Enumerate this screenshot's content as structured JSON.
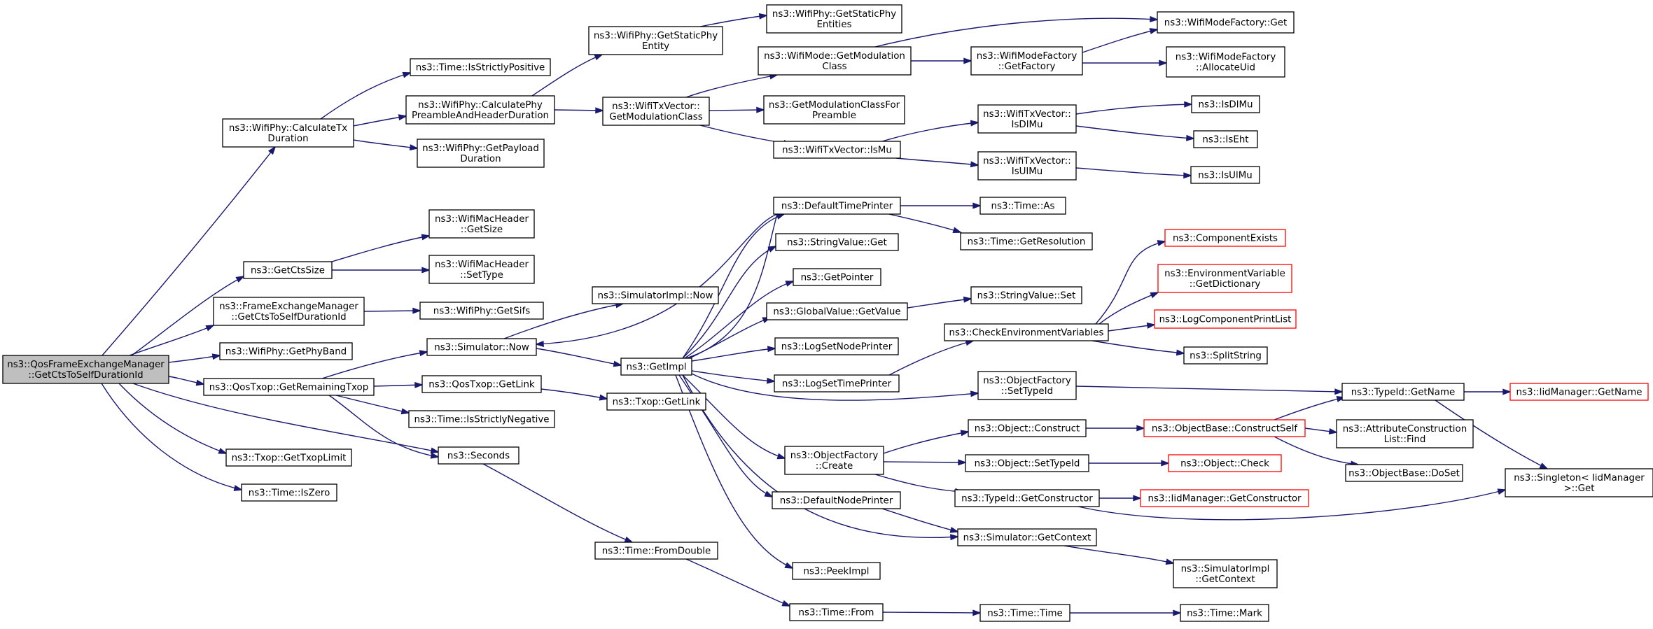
{
  "colors": {
    "edge": "#191970",
    "root_fill": "#bfbfbf",
    "truncated_border": "#ff0000"
  },
  "nodes": [
    {
      "id": "n0",
      "lines": [
        "ns3::QosFrameExchangeManager",
        "::GetCtsToSelfDurationId"
      ],
      "root": true
    },
    {
      "id": "n1",
      "lines": [
        "ns3::WifiPhy::CalculateTx",
        "Duration"
      ]
    },
    {
      "id": "n2",
      "lines": [
        "ns3::GetCtsSize"
      ]
    },
    {
      "id": "n3",
      "lines": [
        "ns3::FrameExchangeManager",
        "::GetCtsToSelfDurationId"
      ]
    },
    {
      "id": "n4",
      "lines": [
        "ns3::WifiPhy::GetPhyBand"
      ]
    },
    {
      "id": "n5",
      "lines": [
        "ns3::QosTxop::GetRemainingTxop"
      ]
    },
    {
      "id": "n6",
      "lines": [
        "ns3::Seconds"
      ]
    },
    {
      "id": "n7",
      "lines": [
        "ns3::Txop::GetTxopLimit"
      ]
    },
    {
      "id": "n8",
      "lines": [
        "ns3::Time::IsZero"
      ]
    },
    {
      "id": "n9",
      "lines": [
        "ns3::Time::IsStrictlyPositive"
      ]
    },
    {
      "id": "n10",
      "lines": [
        "ns3::WifiPhy::CalculatePhy",
        "PreambleAndHeaderDuration"
      ]
    },
    {
      "id": "n11",
      "lines": [
        "ns3::WifiPhy::GetPayload",
        "Duration"
      ]
    },
    {
      "id": "n12",
      "lines": [
        "ns3::WifiMacHeader",
        "::GetSize"
      ]
    },
    {
      "id": "n13",
      "lines": [
        "ns3::WifiMacHeader",
        "::SetType"
      ]
    },
    {
      "id": "n14",
      "lines": [
        "ns3::WifiPhy::GetSifs"
      ]
    },
    {
      "id": "n15",
      "lines": [
        "ns3::SimulatorImpl::Now"
      ]
    },
    {
      "id": "n16",
      "lines": [
        "ns3::Simulator::Now"
      ]
    },
    {
      "id": "n17",
      "lines": [
        "ns3::QosTxop::GetLink"
      ]
    },
    {
      "id": "n18",
      "lines": [
        "ns3::Time::IsStrictlyNegative"
      ]
    },
    {
      "id": "n19",
      "lines": [
        "ns3::WifiPhy::GetStaticPhy",
        "Entity"
      ]
    },
    {
      "id": "n20",
      "lines": [
        "ns3::WifiTxVector::",
        "GetModulationClass"
      ]
    },
    {
      "id": "n21",
      "lines": [
        "ns3::GetImpl"
      ]
    },
    {
      "id": "n22",
      "lines": [
        "ns3::Txop::GetLink"
      ]
    },
    {
      "id": "n23",
      "lines": [
        "ns3::Time::FromDouble"
      ]
    },
    {
      "id": "n24",
      "lines": [
        "ns3::WifiPhy::GetStaticPhy",
        "Entities"
      ]
    },
    {
      "id": "n25",
      "lines": [
        "ns3::WifiMode::GetModulation",
        "Class"
      ]
    },
    {
      "id": "n26",
      "lines": [
        "ns3::GetModulationClassFor",
        "Preamble"
      ]
    },
    {
      "id": "n27",
      "lines": [
        "ns3::WifiTxVector::IsMu"
      ]
    },
    {
      "id": "n28",
      "lines": [
        "ns3::DefaultTimePrinter"
      ]
    },
    {
      "id": "n29",
      "lines": [
        "ns3::StringValue::Get"
      ]
    },
    {
      "id": "n30",
      "lines": [
        "ns3::GetPointer"
      ]
    },
    {
      "id": "n31",
      "lines": [
        "ns3::GlobalValue::GetValue"
      ]
    },
    {
      "id": "n32",
      "lines": [
        "ns3::LogSetNodePrinter"
      ]
    },
    {
      "id": "n33",
      "lines": [
        "ns3::LogSetTimePrinter"
      ]
    },
    {
      "id": "n34",
      "lines": [
        "ns3::ObjectFactory",
        "::Create"
      ]
    },
    {
      "id": "n35",
      "lines": [
        "ns3::DefaultNodePrinter"
      ]
    },
    {
      "id": "n36",
      "lines": [
        "ns3::PeekImpl"
      ]
    },
    {
      "id": "n37",
      "lines": [
        "ns3::Time::From"
      ]
    },
    {
      "id": "n38",
      "lines": [
        "ns3::WifiModeFactory",
        "::GetFactory"
      ]
    },
    {
      "id": "n39",
      "lines": [
        "ns3::WifiTxVector::",
        "IsDlMu"
      ]
    },
    {
      "id": "n40",
      "lines": [
        "ns3::WifiTxVector::",
        "IsUlMu"
      ]
    },
    {
      "id": "n41",
      "lines": [
        "ns3::Time::As"
      ]
    },
    {
      "id": "n42",
      "lines": [
        "ns3::Time::GetResolution"
      ]
    },
    {
      "id": "n43",
      "lines": [
        "ns3::StringValue::Set"
      ]
    },
    {
      "id": "n44",
      "lines": [
        "ns3::CheckEnvironmentVariables"
      ]
    },
    {
      "id": "n45",
      "lines": [
        "ns3::ObjectFactory",
        "::SetTypeId"
      ]
    },
    {
      "id": "n46",
      "lines": [
        "ns3::Object::Construct"
      ]
    },
    {
      "id": "n47",
      "lines": [
        "ns3::Object::SetTypeId"
      ]
    },
    {
      "id": "n48",
      "lines": [
        "ns3::TypeId::GetConstructor"
      ]
    },
    {
      "id": "n49",
      "lines": [
        "ns3::Simulator::GetContext"
      ]
    },
    {
      "id": "n50",
      "lines": [
        "ns3::Time::Time"
      ]
    },
    {
      "id": "n51",
      "lines": [
        "ns3::WifiModeFactory::Get"
      ]
    },
    {
      "id": "n52",
      "lines": [
        "ns3::WifiModeFactory",
        "::AllocateUid"
      ]
    },
    {
      "id": "n53",
      "lines": [
        "ns3::IsDlMu"
      ]
    },
    {
      "id": "n54",
      "lines": [
        "ns3::IsEht"
      ]
    },
    {
      "id": "n55",
      "lines": [
        "ns3::IsUlMu"
      ]
    },
    {
      "id": "n56",
      "lines": [
        "ns3::ComponentExists"
      ],
      "red": true
    },
    {
      "id": "n57",
      "lines": [
        "ns3::EnvironmentVariable",
        "::GetDictionary"
      ],
      "red": true
    },
    {
      "id": "n58",
      "lines": [
        "ns3::LogComponentPrintList"
      ],
      "red": true
    },
    {
      "id": "n59",
      "lines": [
        "ns3::SplitString"
      ]
    },
    {
      "id": "n60",
      "lines": [
        "ns3::ObjectBase::ConstructSelf"
      ],
      "red": true
    },
    {
      "id": "n61",
      "lines": [
        "ns3::Object::Check"
      ],
      "red": true
    },
    {
      "id": "n62",
      "lines": [
        "ns3::IidManager::GetConstructor"
      ],
      "red": true
    },
    {
      "id": "n63",
      "lines": [
        "ns3::SimulatorImpl",
        "::GetContext"
      ]
    },
    {
      "id": "n64",
      "lines": [
        "ns3::Time::Mark"
      ]
    },
    {
      "id": "n65",
      "lines": [
        "ns3::TypeId::GetName"
      ]
    },
    {
      "id": "n66",
      "lines": [
        "ns3::AttributeConstruction",
        "List::Find"
      ]
    },
    {
      "id": "n67",
      "lines": [
        "ns3::ObjectBase::DoSet"
      ]
    },
    {
      "id": "n68",
      "lines": [
        "ns3::IidManager::GetName"
      ],
      "red": true
    },
    {
      "id": "n69",
      "lines": [
        "ns3::Singleton< IidManager",
        ">::Get"
      ]
    }
  ]
}
